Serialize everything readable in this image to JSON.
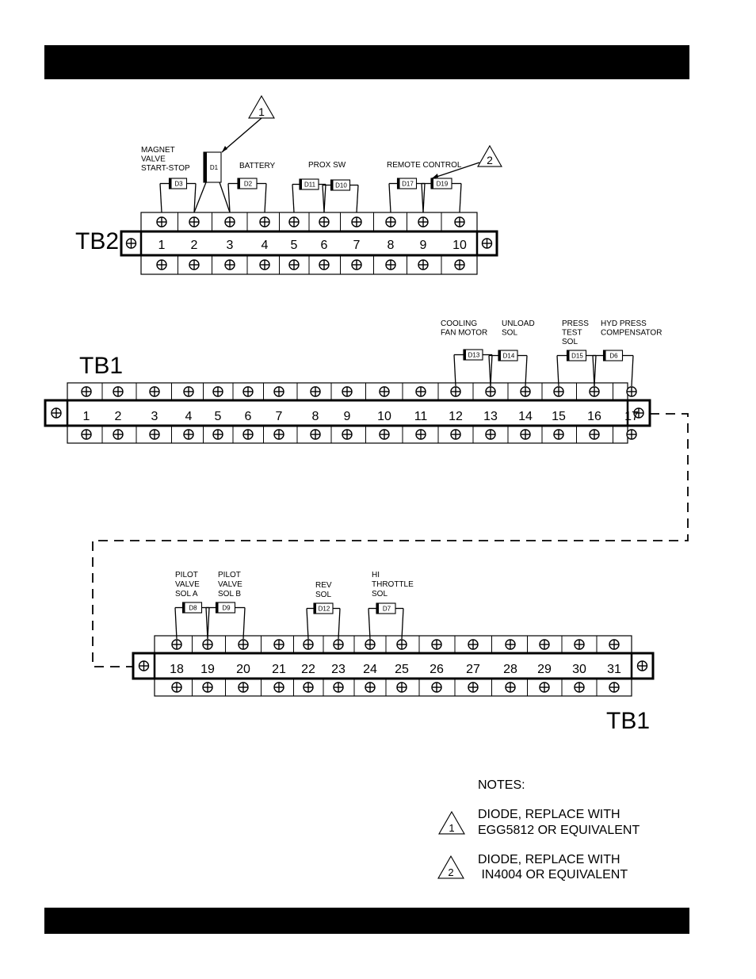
{
  "tb2": {
    "title": "TB2",
    "terminals": [
      "1",
      "2",
      "3",
      "4",
      "5",
      "6",
      "7",
      "8",
      "9",
      "10"
    ],
    "labels": {
      "magnet": [
        "MAGNET",
        "VALVE",
        "START-STOP"
      ],
      "battery": [
        "BATTERY"
      ],
      "prox": [
        "PROX SW"
      ],
      "remote": [
        "REMOTE  CONTROL"
      ]
    },
    "diodes": [
      "D1",
      "D3",
      "D2",
      "D11",
      "D10",
      "D17",
      "D19"
    ]
  },
  "tb1_upper": {
    "title": "TB1",
    "terminals": [
      "1",
      "2",
      "3",
      "4",
      "5",
      "6",
      "7",
      "8",
      "9",
      "10",
      "11",
      "12",
      "13",
      "14",
      "15",
      "16",
      "17"
    ],
    "labels": {
      "cooling": [
        "COOLING",
        "FAN  MOTOR"
      ],
      "unload": [
        "UNLOAD",
        "SOL"
      ],
      "press": [
        "PRESS",
        "TEST",
        "SOL"
      ],
      "hyd": [
        "HYD  PRESS",
        "COMPENSATOR"
      ]
    },
    "diodes": [
      "D13",
      "D14",
      "D15",
      "D6"
    ]
  },
  "tb1_lower": {
    "title": "TB1",
    "terminals": [
      "18",
      "19",
      "20",
      "21",
      "22",
      "23",
      "24",
      "25",
      "26",
      "27",
      "28",
      "29",
      "30",
      "31"
    ],
    "labels": {
      "pilot_a": [
        "PILOT",
        "VALVE",
        "SOL A"
      ],
      "pilot_b": [
        "PILOT",
        "VALVE",
        "SOL B"
      ],
      "rev": [
        "REV",
        "SOL"
      ],
      "hi": [
        "HI",
        "THROTTLE",
        "SOL"
      ]
    },
    "diodes": [
      "D8",
      "D9",
      "D12",
      "D7"
    ]
  },
  "callouts": [
    "1",
    "2"
  ],
  "notes": {
    "heading": "NOTES:",
    "items": [
      {
        "marker": "1",
        "line1": "DIODE, REPLACE WITH",
        "line2": "EGG5812  OR EQUIVALENT"
      },
      {
        "marker": "2",
        "line1": "DIODE, REPLACE WITH",
        "line2": " IN4004 OR EQUIVALENT"
      }
    ]
  }
}
